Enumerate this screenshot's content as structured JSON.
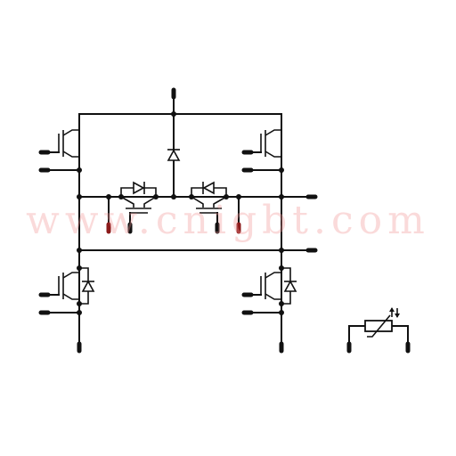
{
  "watermark": {
    "text": "www.cnigbt.com"
  },
  "colors": {
    "wire": "#111111",
    "pin": "#111111",
    "pin_highlight": "#8b1a1a",
    "watermark": "#f09696"
  },
  "symbols": [
    "igbt-high-left",
    "igbt-high-right",
    "igbt-low-left",
    "igbt-low-right",
    "diode-top-center",
    "diode-mid-left",
    "diode-mid-right",
    "igbt-mid-left",
    "igbt-mid-right",
    "ntc-thermistor"
  ]
}
